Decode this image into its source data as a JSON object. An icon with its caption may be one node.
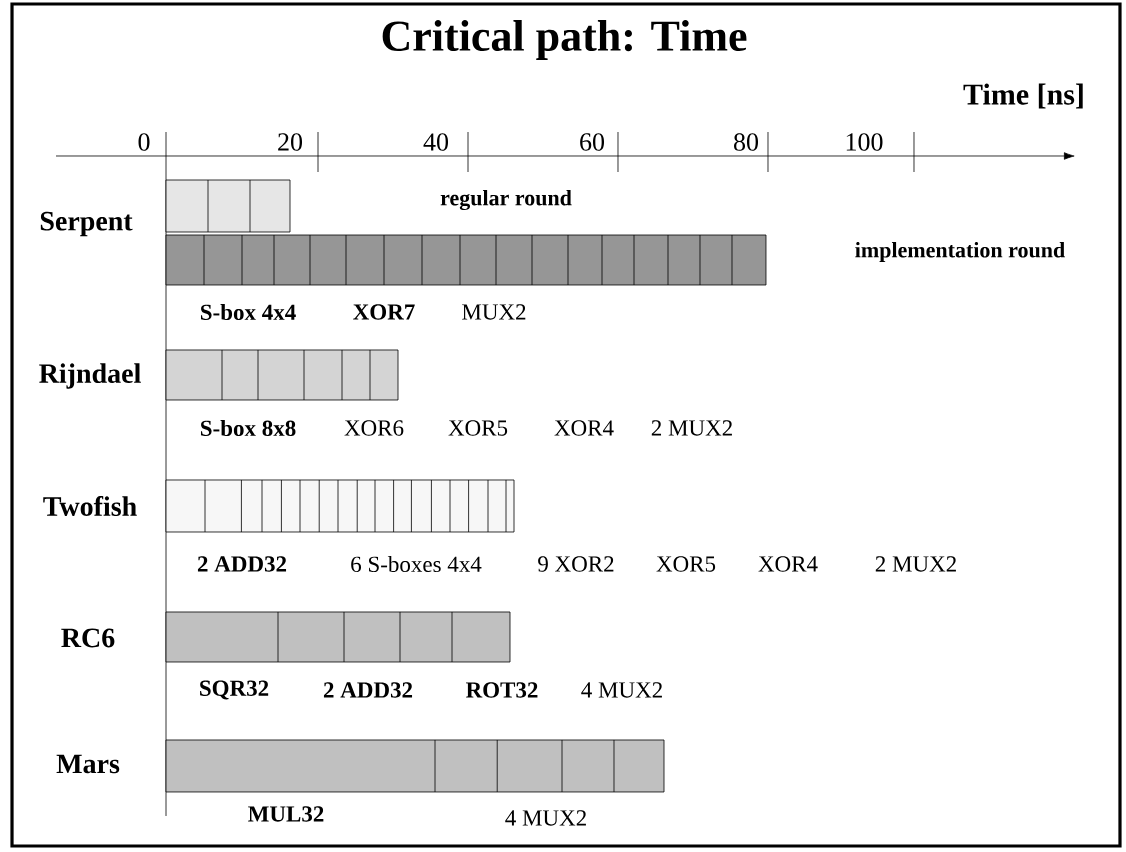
{
  "diagram": {
    "title": "Critical path: Time",
    "labels": [
      "Time [ns]",
      "0",
      "20",
      "40",
      "60",
      "80",
      "100",
      "regular round",
      "Serpent",
      "implementation round",
      "S-box 4x4",
      "XOR7",
      "MUX2",
      "Rijndael",
      "S-box 8x8",
      "XOR6",
      "XOR5",
      "XOR4",
      "2 MUX2",
      "Twofish",
      "2 ADD32",
      "6 S-boxes 4x4",
      "9 XOR2",
      "XOR5",
      "XOR4",
      "2 MUX2",
      "RC6",
      "SQR32",
      "2 ADD32",
      "ROT32",
      "4 MUX2",
      "Mars",
      "MUL32",
      "4 MUX2"
    ]
  }
}
